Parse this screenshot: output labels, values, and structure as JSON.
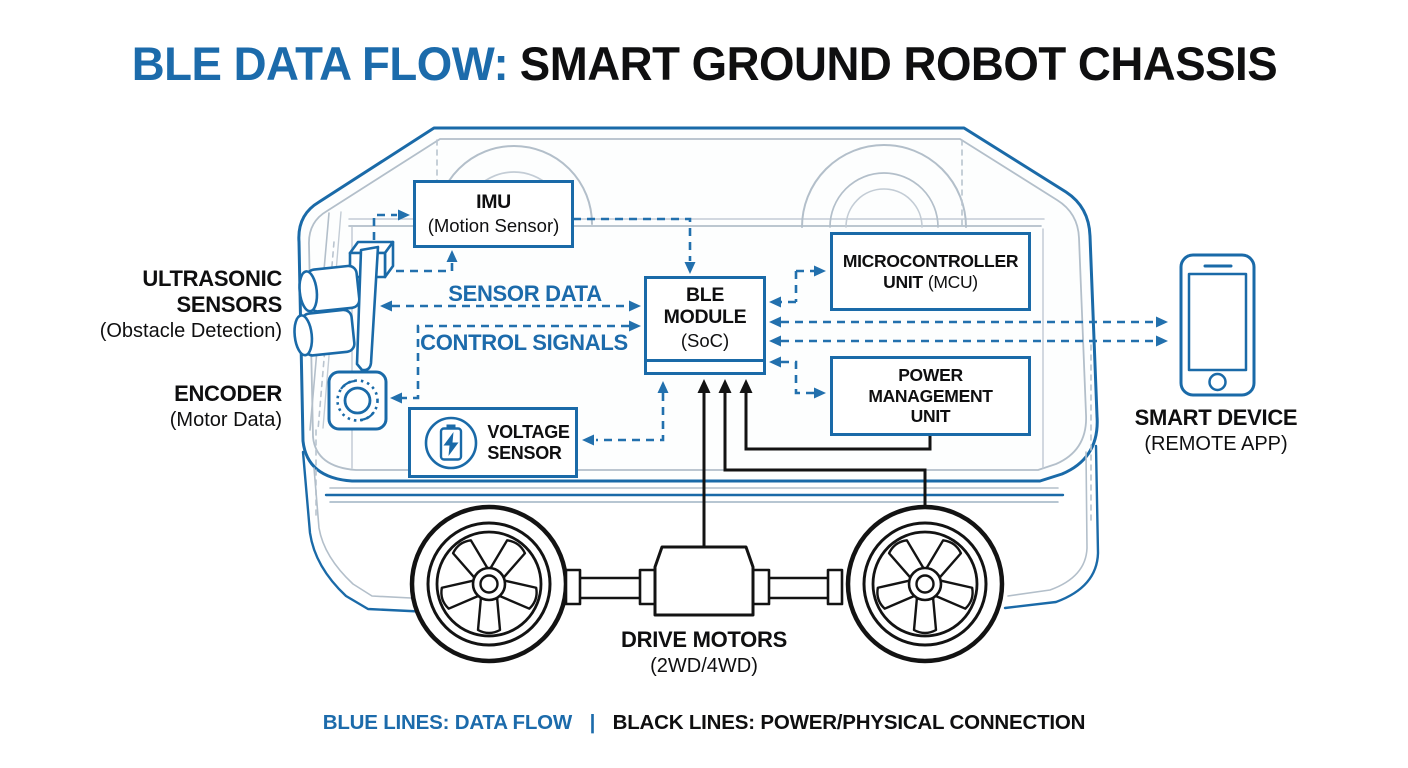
{
  "title": {
    "highlight": "BLE DATA FLOW:",
    "rest": "SMART GROUND ROBOT CHASSIS"
  },
  "nodes": {
    "imu": {
      "name": "IMU",
      "subtitle": "(Motion Sensor)"
    },
    "ble": {
      "line1": "BLE",
      "line2": "MODULE",
      "subtitle": "(SoC)"
    },
    "mcu": {
      "line1": "MICROCONTROLLER",
      "line2_bold": "UNIT",
      "line2_normal": "(MCU)"
    },
    "pmu": {
      "line1": "POWER",
      "line2": "MANAGEMENT",
      "line3": "UNIT"
    },
    "voltage_sensor": {
      "line1": "VOLTAGE",
      "line2": "SENSOR"
    }
  },
  "labels": {
    "ultrasonic": {
      "line1": "ULTRASONIC",
      "line2": "SENSORS",
      "subtitle": "(Obstacle Detection)"
    },
    "encoder": {
      "name": "ENCODER",
      "subtitle": "(Motor Data)"
    },
    "smart_device": {
      "name": "SMART DEVICE",
      "subtitle": "(REMOTE APP)"
    },
    "drive_motors": {
      "name": "DRIVE MOTORS",
      "subtitle": "(2WD/4WD)"
    },
    "sensor_data": "SENSOR DATA",
    "control_signals": "CONTROL SIGNALS"
  },
  "legend": {
    "blue": "BLUE LINES: DATA FLOW",
    "separator": "|",
    "black": "BLACK LINES: POWER/PHYSICAL CONNECTION"
  },
  "icons": [
    "ultrasonic-sensor-icon",
    "encoder-icon",
    "battery-voltage-icon",
    "smartphone-icon"
  ],
  "colors": {
    "blue_accent": "#1a6aa8",
    "black_ink": "#0f0f10",
    "light_line": "#b3bfca"
  }
}
